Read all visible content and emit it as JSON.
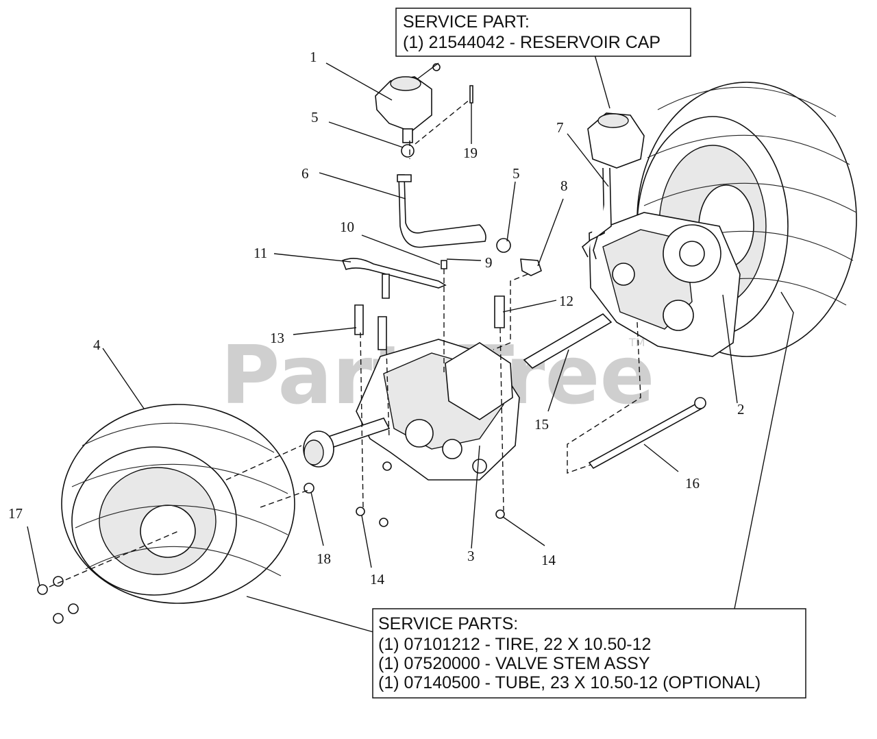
{
  "watermark": {
    "text": "PartsTree",
    "tm": "TM"
  },
  "callouts": {
    "c1": "1",
    "c2": "2",
    "c3": "3",
    "c4": "4",
    "c5a": "5",
    "c5b": "5",
    "c6": "6",
    "c7": "7",
    "c8": "8",
    "c9": "9",
    "c10": "10",
    "c11": "11",
    "c12": "12",
    "c13": "13",
    "c14a": "14",
    "c14b": "14",
    "c15": "15",
    "c16": "16",
    "c17": "17",
    "c18": "18",
    "c19": "19"
  },
  "service_box_top": {
    "line1": "SERVICE PART:",
    "line2": "(1) 21544042 - RESERVOIR CAP"
  },
  "service_box_bottom": {
    "line1": "SERVICE PARTS:",
    "line2": "(1) 07101212 - TIRE, 22 X 10.50-12",
    "line3": "(1) 07520000 - VALVE STEM ASSY",
    "line4": "(1) 07140500 - TUBE, 23 X 10.50-12 (OPTIONAL)"
  }
}
